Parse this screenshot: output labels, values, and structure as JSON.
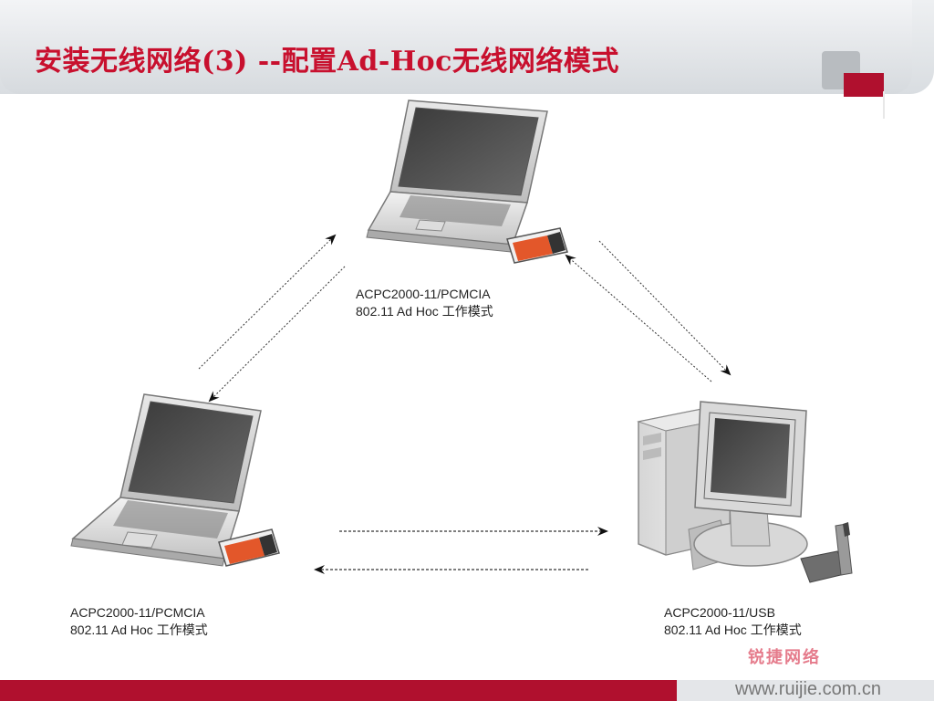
{
  "title": "安装无线网络(3) --配置Ad-Hoc无线网络模式",
  "nodes": {
    "top": {
      "model": "ACPC2000-11/PCMCIA",
      "mode": "802.11 Ad Hoc 工作模式"
    },
    "left": {
      "model": "ACPC2000-11/PCMCIA",
      "mode": "802.11 Ad Hoc 工作模式"
    },
    "right": {
      "model": "ACPC2000-11/USB",
      "mode": "802.11 Ad Hoc 工作模式"
    }
  },
  "footer": {
    "url": "www.ruijie.com.cn",
    "brand": "锐捷网络"
  },
  "colors": {
    "title": "#c8102e",
    "accent": "#b0102e"
  }
}
